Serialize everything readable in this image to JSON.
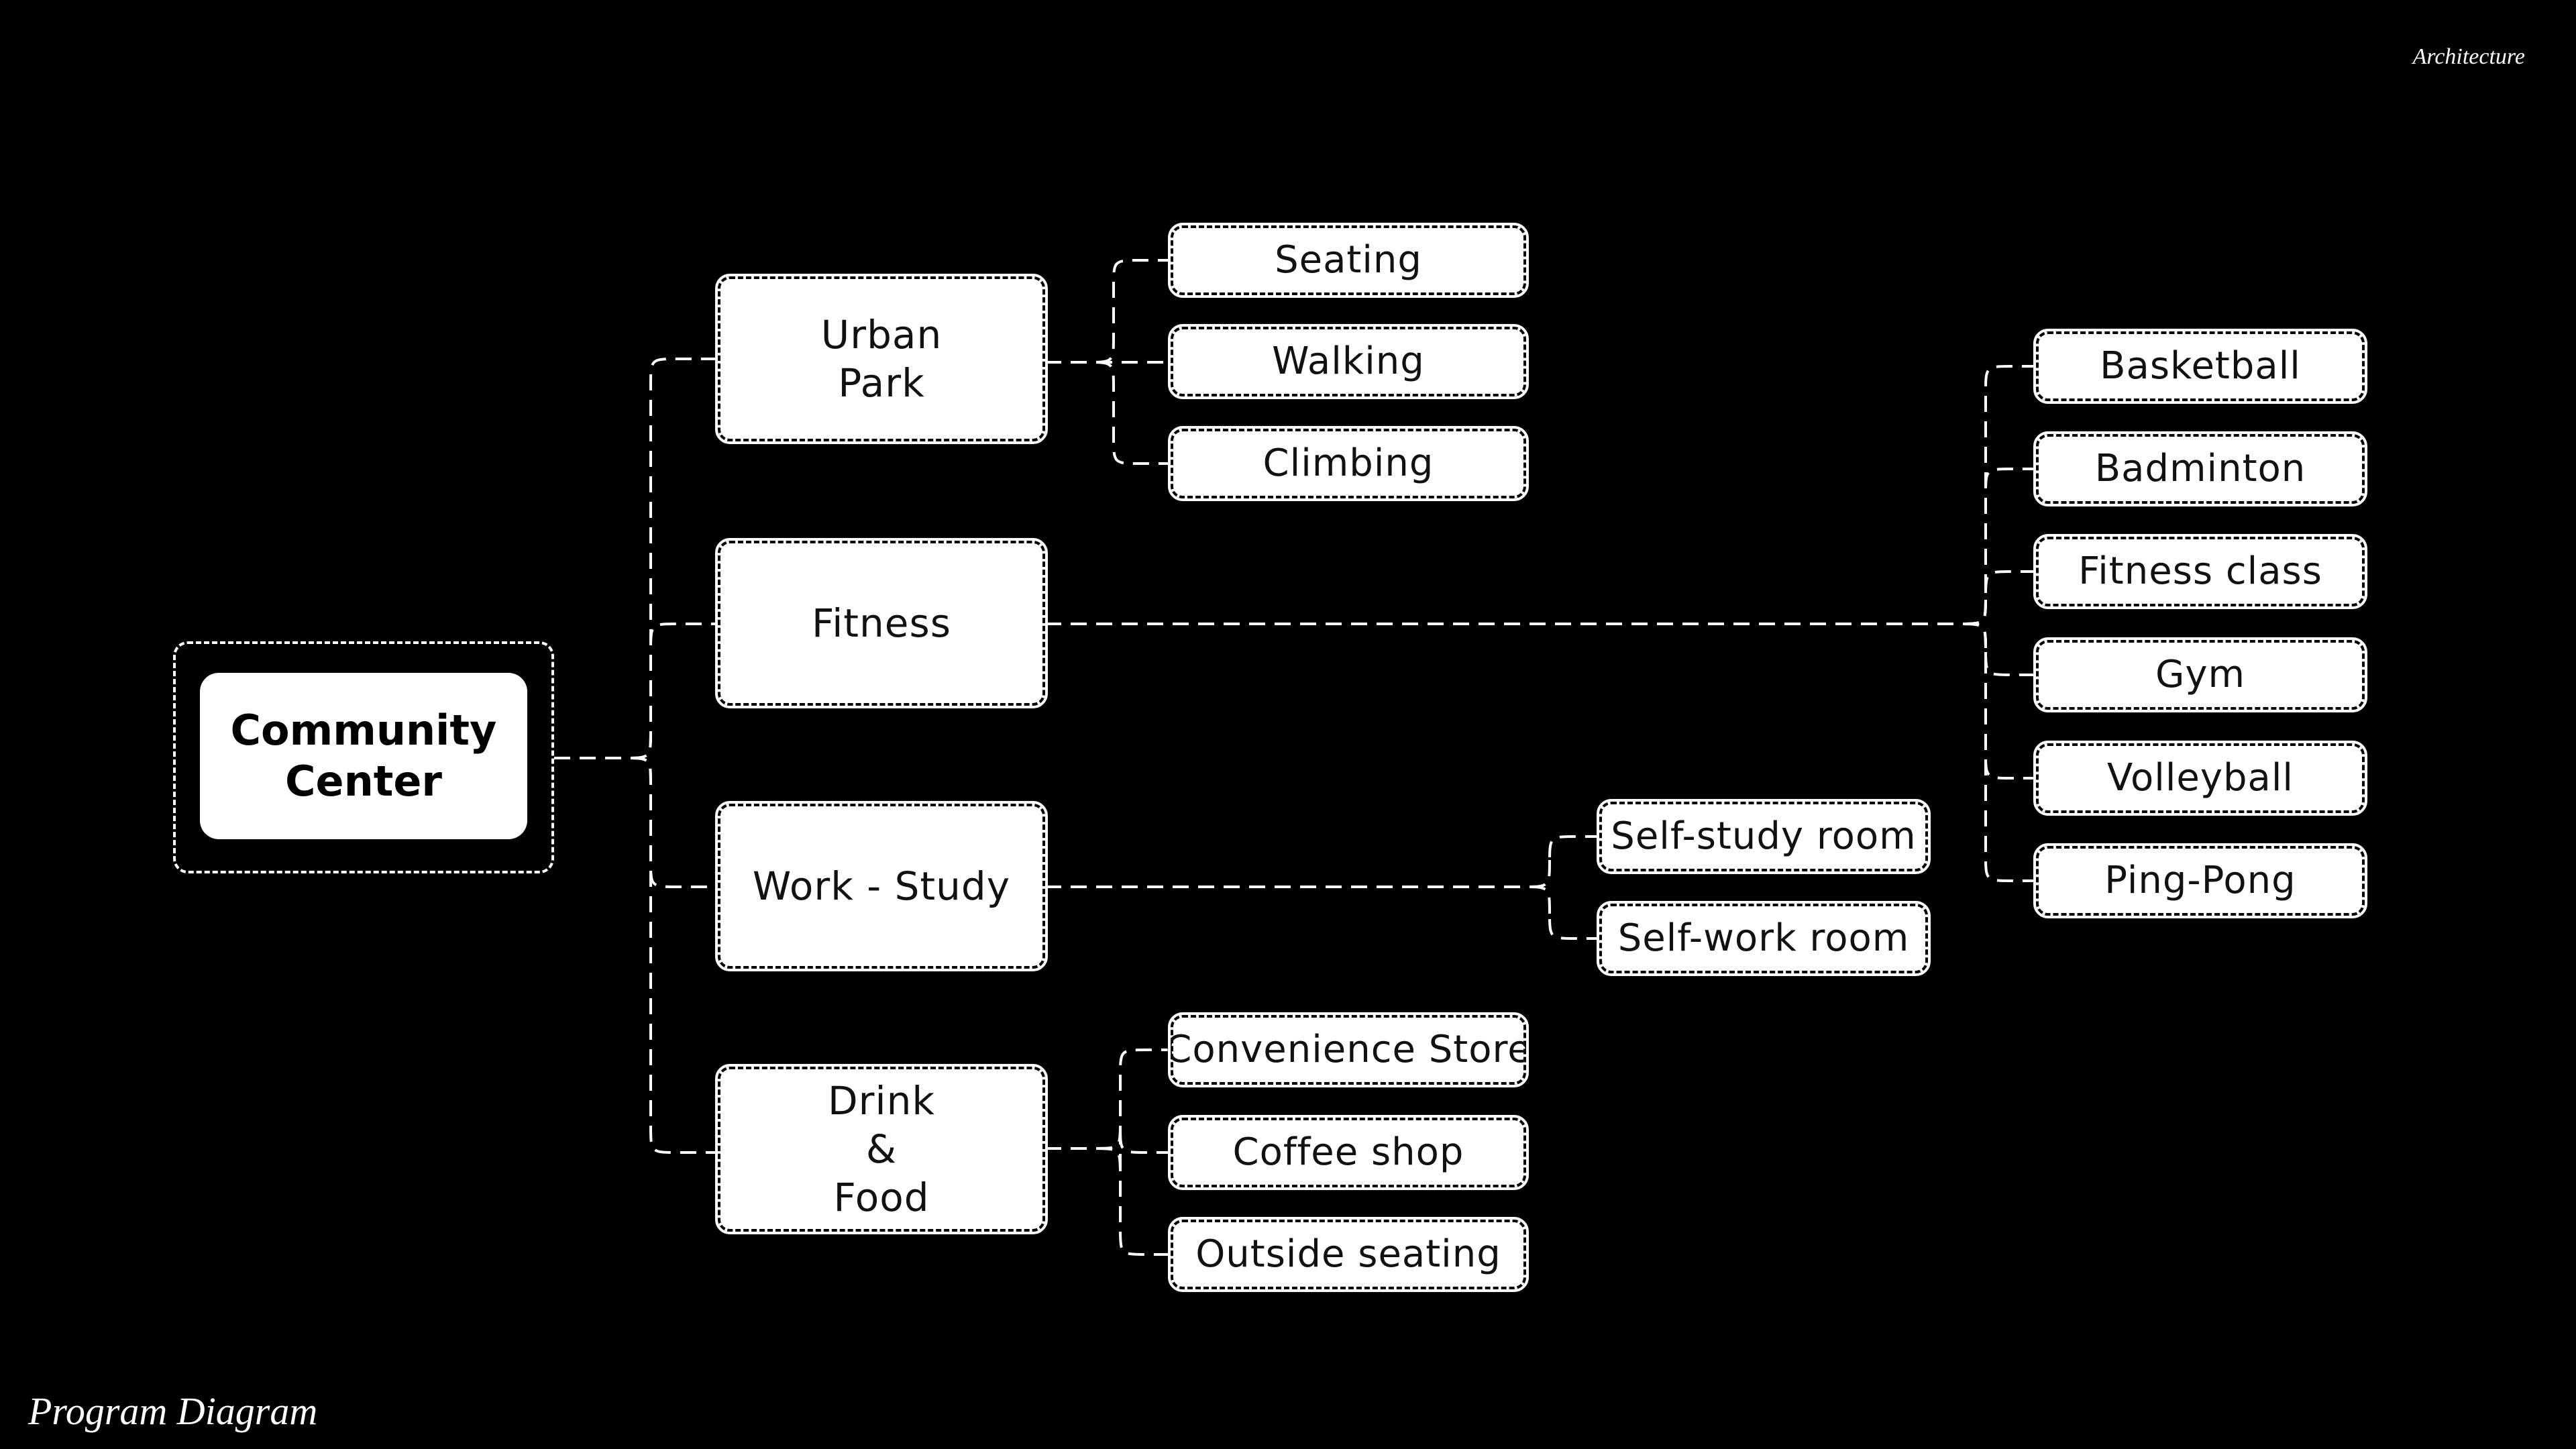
{
  "header": {
    "tag": "Architecture"
  },
  "footer": {
    "caption": "Program Diagram"
  },
  "root": {
    "label": "Community\nCenter"
  },
  "categories": [
    {
      "id": "urban-park",
      "label": "Urban\nPark",
      "children": [
        "Seating",
        "Walking",
        "Climbing"
      ]
    },
    {
      "id": "fitness",
      "label": "Fitness",
      "children": [
        "Basketball",
        "Badminton",
        "Fitness class",
        "Gym",
        "Volleyball",
        "Ping-Pong"
      ]
    },
    {
      "id": "work-study",
      "label": "Work - Study",
      "children": [
        "Self-study room",
        "Self-work room"
      ]
    },
    {
      "id": "drink-food",
      "label": "Drink\n&\nFood",
      "children": [
        "Convenience Store",
        "Coffee shop",
        "Outside seating"
      ]
    }
  ]
}
